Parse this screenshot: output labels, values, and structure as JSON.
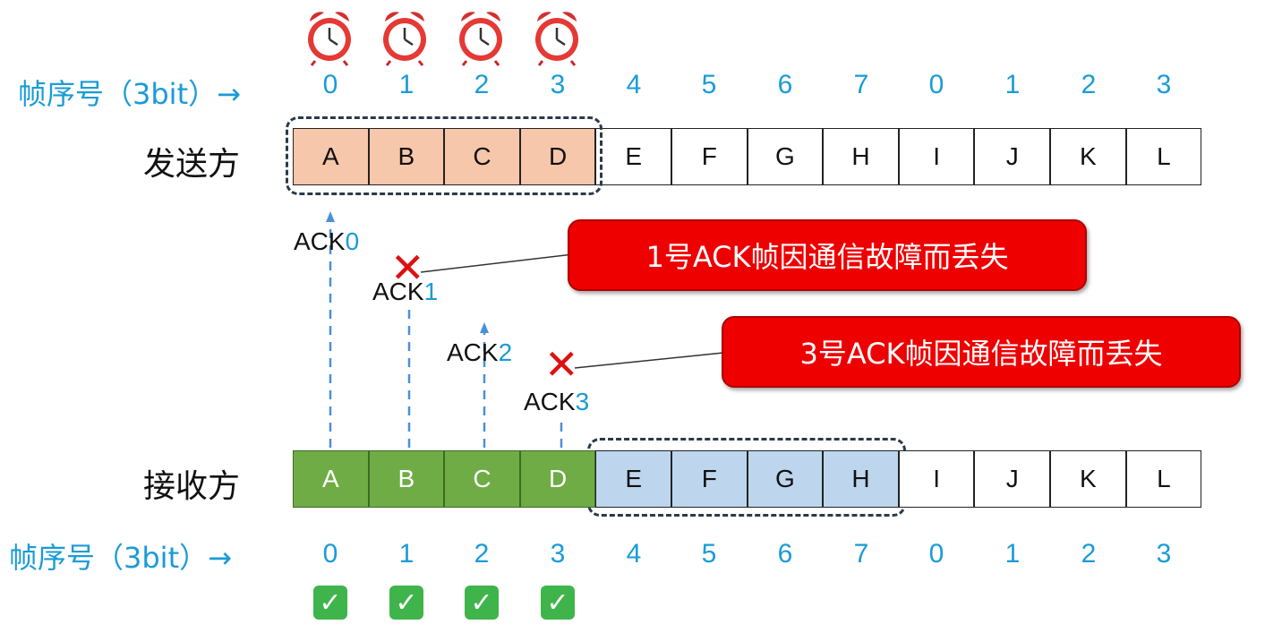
{
  "seq_label": "帧序号（3bit）→",
  "sender_label": "发送方",
  "receiver_label": "接收方",
  "seq_numbers": [
    "0",
    "1",
    "2",
    "3",
    "4",
    "5",
    "6",
    "7",
    "0",
    "1",
    "2",
    "3"
  ],
  "frames": [
    "A",
    "B",
    "C",
    "D",
    "E",
    "F",
    "G",
    "H",
    "I",
    "J",
    "K",
    "L"
  ],
  "acks": [
    {
      "prefix": "ACK",
      "num": "0"
    },
    {
      "prefix": "ACK",
      "num": "1"
    },
    {
      "prefix": "ACK",
      "num": "2"
    },
    {
      "prefix": "ACK",
      "num": "3"
    }
  ],
  "callouts": [
    "1号ACK帧因通信故障而丢失",
    "3号ACK帧因通信故障而丢失"
  ],
  "check_glyph": "✓",
  "x_glyph": "✕",
  "colors": {
    "accent": "#1a9bd7",
    "sent": "#f6c7ab",
    "received": "#6fac46",
    "window": "#bdd6ee",
    "callout": "#ee0000"
  }
}
